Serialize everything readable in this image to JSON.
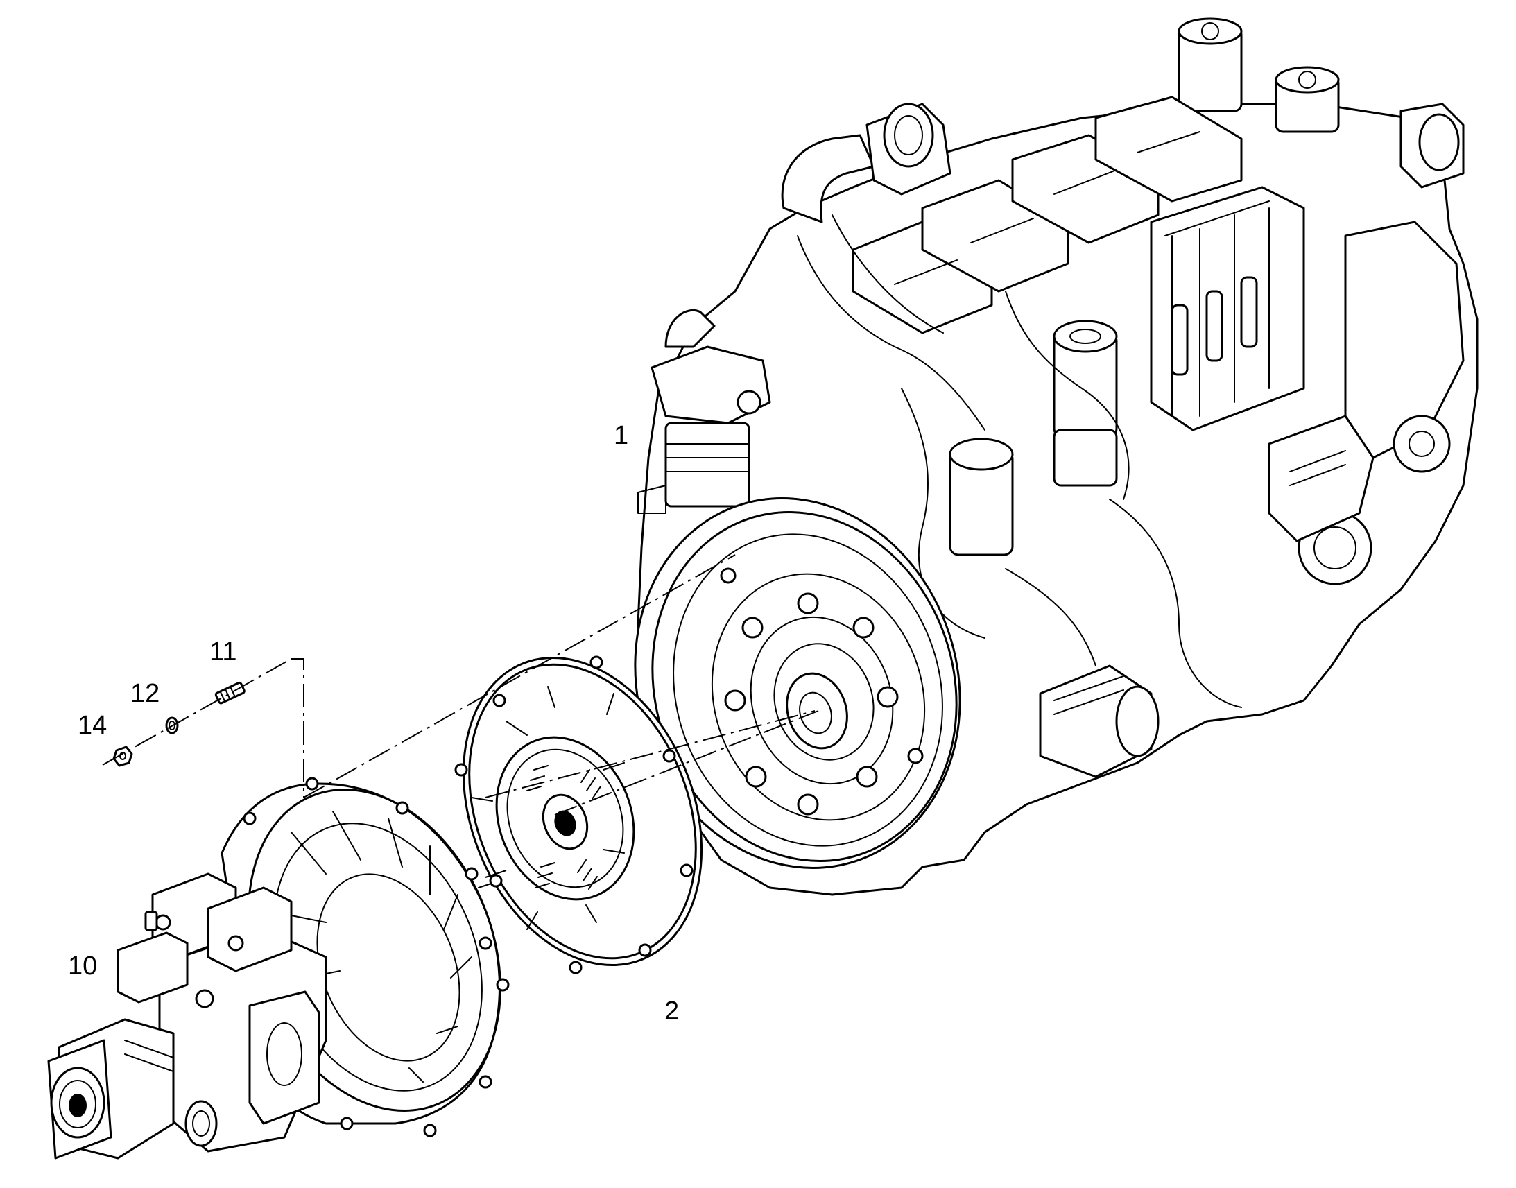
{
  "callouts": {
    "engine": "1",
    "clutch_disc": "2",
    "hydraulic_pump": "10",
    "stud": "11",
    "washer": "12",
    "nut": "14"
  },
  "colors": {
    "line": "#000000",
    "background": "#ffffff"
  }
}
